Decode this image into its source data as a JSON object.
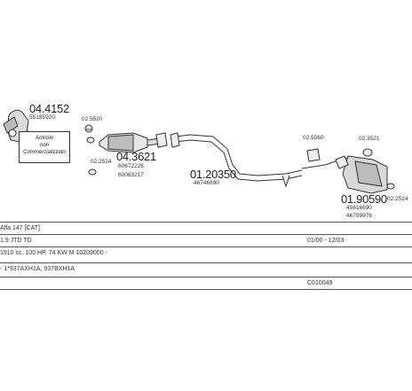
{
  "parts": {
    "manifold": {
      "code": "04.4152",
      "oem": "55185920"
    },
    "manifold_clamp": {
      "code": "02.5520"
    },
    "catalyst_bolt": {
      "code": "02.2524"
    },
    "catalyst": {
      "code": "04.3621",
      "oem1": "60672226",
      "oem2": "60063217"
    },
    "mid_pipe": {
      "code": "01.20350",
      "oem": "46746690"
    },
    "clamp_mid": {
      "code": "02.5560"
    },
    "clamp_rear": {
      "code": "02.3521"
    },
    "rear_silencer": {
      "code": "01.90590",
      "oem1": "45816690",
      "oem2": "46799976"
    },
    "rear_hanger": {
      "code": "02.2524"
    }
  },
  "note": {
    "line1": "Articolo",
    "line2": "non",
    "line3": "Commercializzato"
  },
  "table": {
    "rows": [
      {
        "c1": "Alfa 147  [CAT]",
        "c2": ""
      },
      {
        "c1": "1.9 JTD TD",
        "c2": "01/00 - 12/03"
      },
      {
        "c1": "1910 cc, 100 HP, 74 KW M 10209000 -",
        "c2": ""
      },
      {
        "c1": "- 1*937AXH1A, 937BXH1A",
        "c2": ""
      },
      {
        "c1": "",
        "c2": "C010049"
      }
    ]
  }
}
